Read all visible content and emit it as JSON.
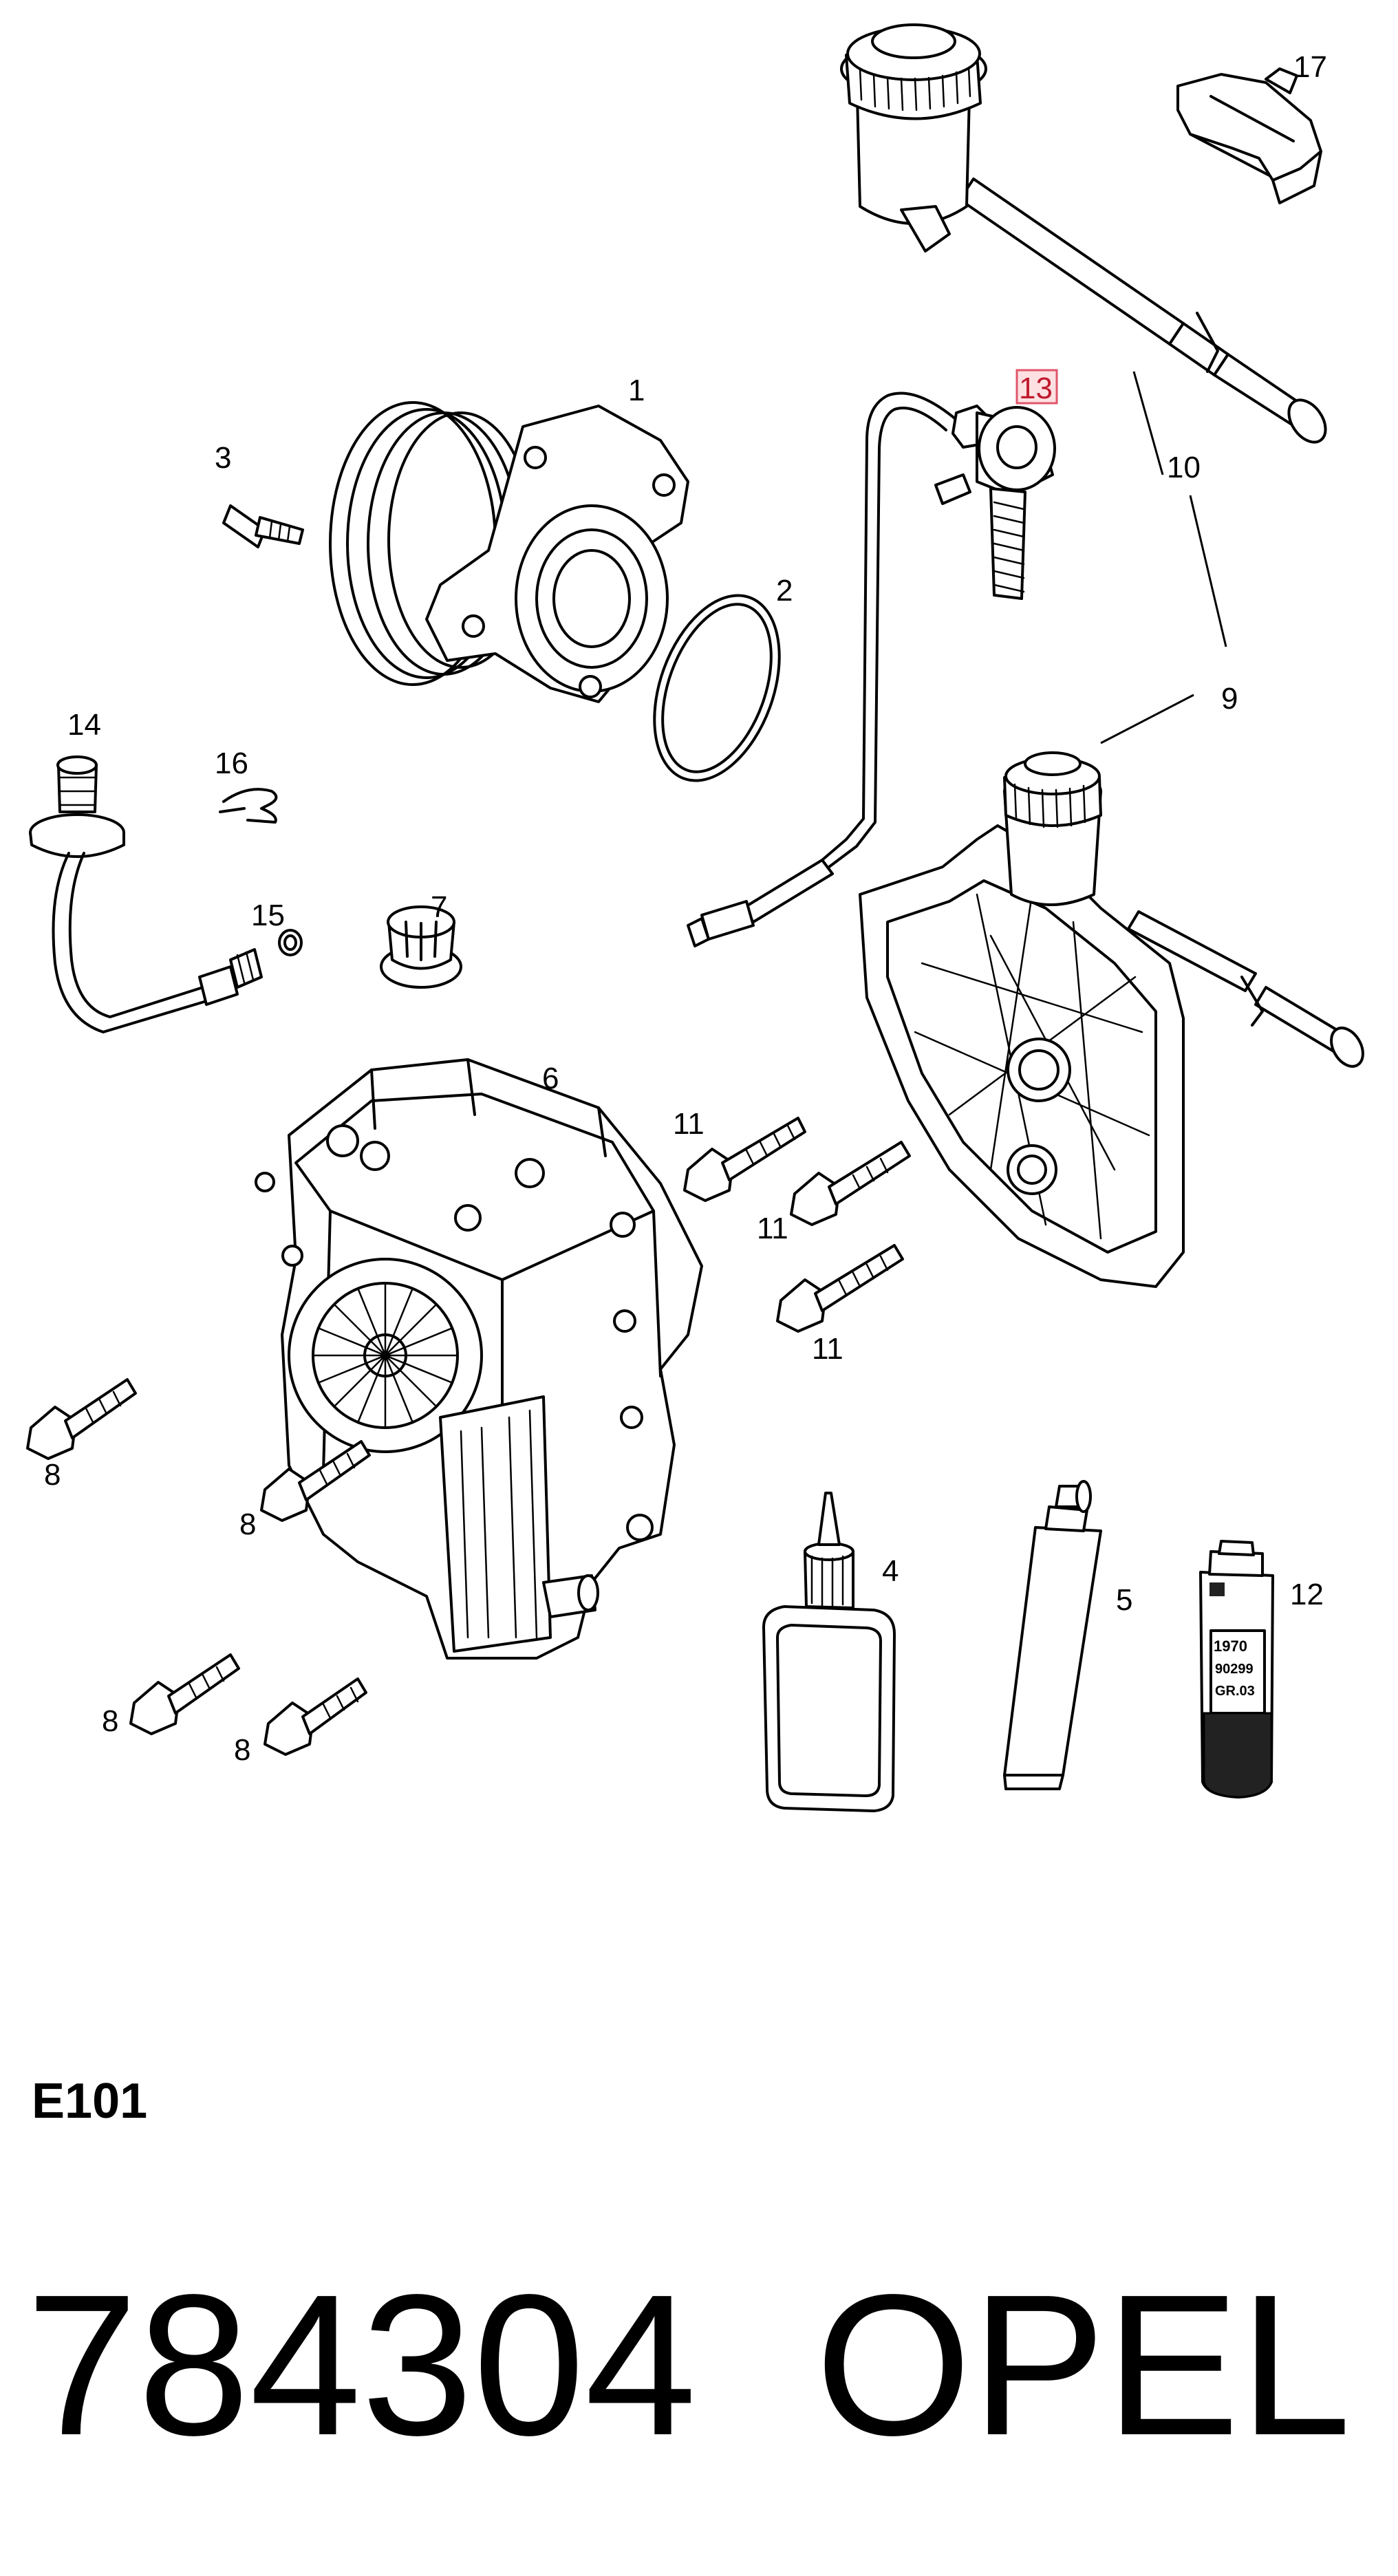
{
  "diagram": {
    "callouts": [
      {
        "id": "1",
        "label": "1"
      },
      {
        "id": "2",
        "label": "2"
      },
      {
        "id": "3",
        "label": "3"
      },
      {
        "id": "4",
        "label": "4"
      },
      {
        "id": "5",
        "label": "5"
      },
      {
        "id": "6",
        "label": "6"
      },
      {
        "id": "7",
        "label": "7"
      },
      {
        "id": "8a",
        "label": "8"
      },
      {
        "id": "8b",
        "label": "8"
      },
      {
        "id": "8c",
        "label": "8"
      },
      {
        "id": "8d",
        "label": "8"
      },
      {
        "id": "9",
        "label": "9"
      },
      {
        "id": "10",
        "label": "10"
      },
      {
        "id": "11a",
        "label": "11"
      },
      {
        "id": "11b",
        "label": "11"
      },
      {
        "id": "11c",
        "label": "11"
      },
      {
        "id": "12",
        "label": "12"
      },
      {
        "id": "13",
        "label": "13",
        "highlighted": true
      },
      {
        "id": "14",
        "label": "14"
      },
      {
        "id": "15",
        "label": "15"
      },
      {
        "id": "16",
        "label": "16"
      },
      {
        "id": "17",
        "label": "17"
      }
    ],
    "tube_print": [
      "1970",
      "90299",
      "GR.03"
    ],
    "highlight_color": "#e0566a"
  },
  "footer": {
    "code": "E101",
    "part_number": "784304",
    "brand": "OPEL"
  }
}
